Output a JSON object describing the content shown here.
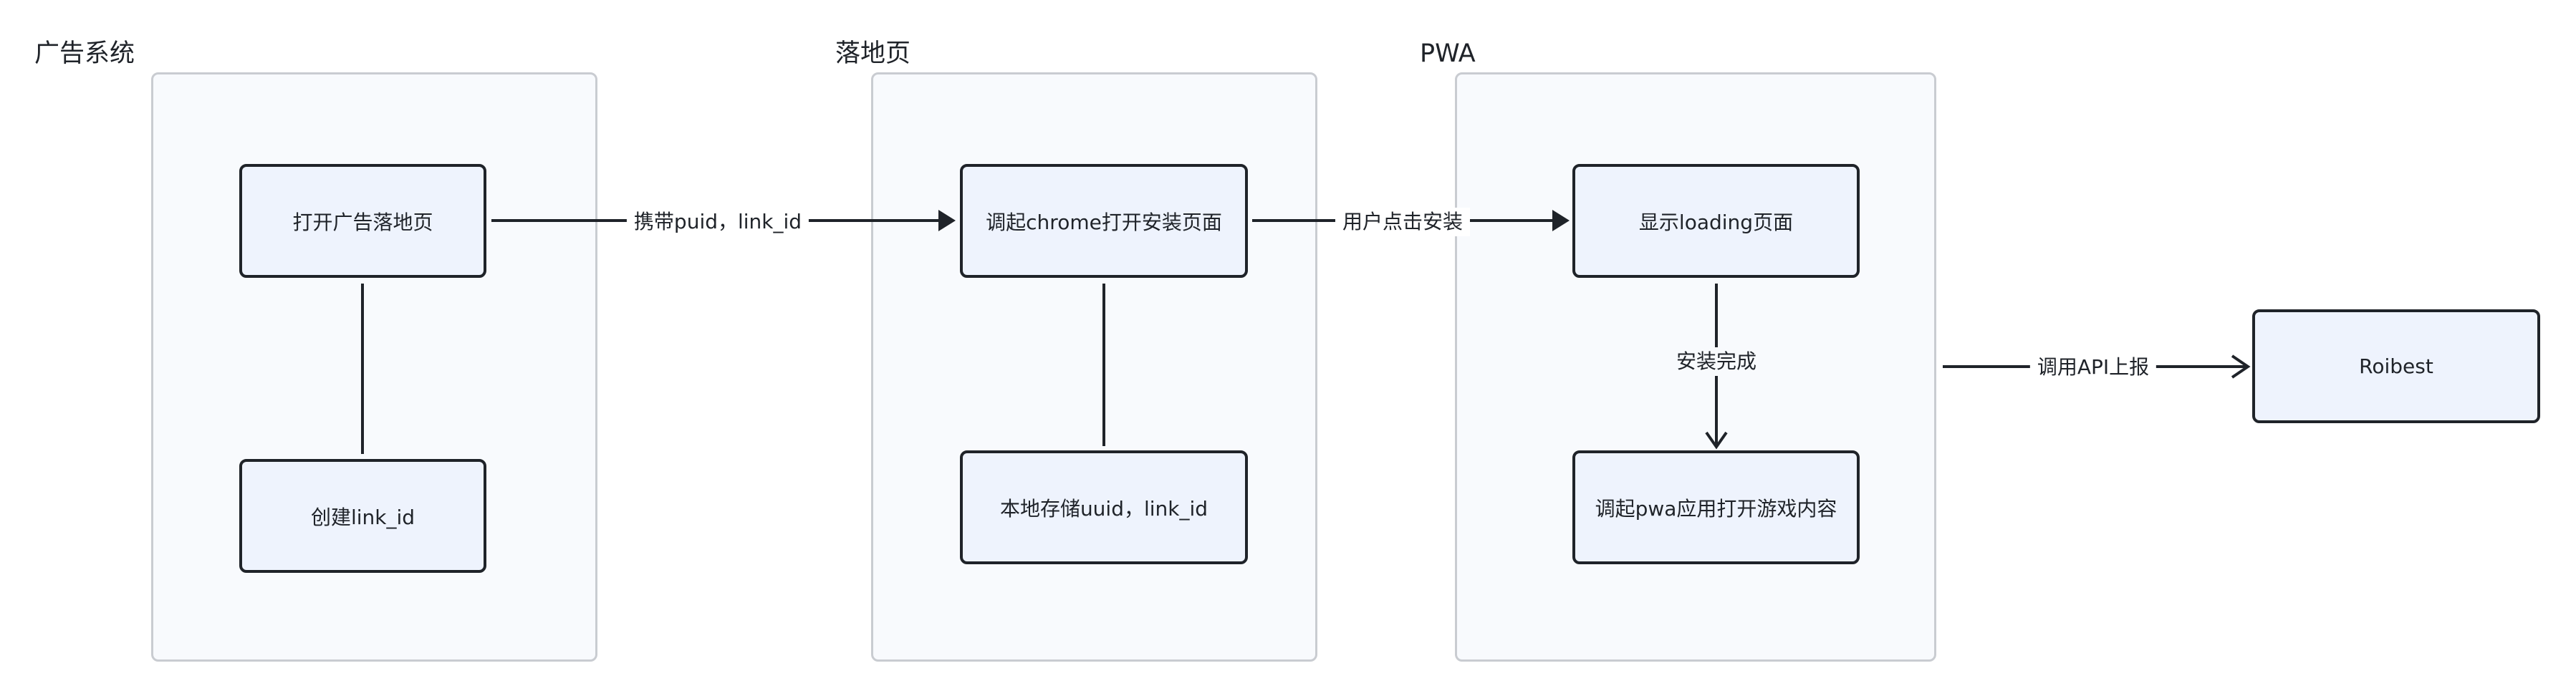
{
  "groups": {
    "ad_system": "广告系统",
    "landing_page": "落地页",
    "pwa": "PWA"
  },
  "nodes": {
    "open_landing": "打开广告落地页",
    "create_link_id": "创建link_id",
    "invoke_chrome": "调起chrome打开安装页面",
    "local_storage": "本地存储uuid，link_id",
    "show_loading": "显示loading页面",
    "open_game": "调起pwa应用打开游戏内容",
    "roibest": "Roibest"
  },
  "edges": {
    "carry_params": "携带puid，link_id",
    "user_click_install": "用户点击安装",
    "install_complete": "安装完成",
    "call_api_report": "调用API上报"
  },
  "colors": {
    "lane_fill": "#f8fafd",
    "lane_border": "#c9ccd1",
    "node_fill": "#eef3fd",
    "node_border": "#1f2329"
  }
}
